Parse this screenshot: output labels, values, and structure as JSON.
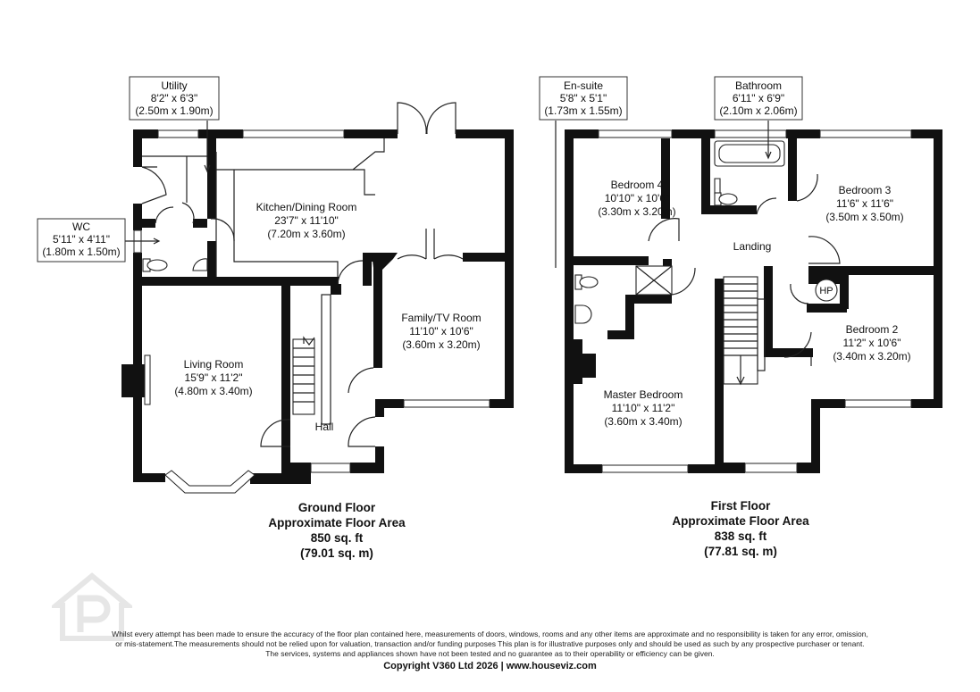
{
  "ground_floor": {
    "rooms": {
      "utility": {
        "name": "Utility",
        "imperial": "8'2\" x 6'3\"",
        "metric": "(2.50m x 1.90m)"
      },
      "wc": {
        "name": "WC",
        "imperial": "5'11\" x 4'11\"",
        "metric": "(1.80m x 1.50m)"
      },
      "kitchen": {
        "name": "Kitchen/Dining Room",
        "imperial": "23'7\" x 11'10\"",
        "metric": "(7.20m x 3.60m)"
      },
      "family": {
        "name": "Family/TV Room",
        "imperial": "11'10\" x 10'6\"",
        "metric": "(3.60m x 3.20m)"
      },
      "living": {
        "name": "Living Room",
        "imperial": "15'9\" x 11'2\"",
        "metric": "(4.80m x 3.40m)"
      },
      "hall": {
        "name": "Hall"
      }
    },
    "title": "Ground Floor",
    "area_label": "Approximate Floor Area",
    "area_sqft": "850 sq. ft",
    "area_sqm": "(79.01 sq. m)"
  },
  "first_floor": {
    "rooms": {
      "ensuite": {
        "name": "En-suite",
        "imperial": "5'8\" x 5'1\"",
        "metric": "(1.73m x 1.55m)"
      },
      "bathroom": {
        "name": "Bathroom",
        "imperial": "6'11\" x 6'9\"",
        "metric": "(2.10m x 2.06m)"
      },
      "bedroom4": {
        "name": "Bedroom 4",
        "imperial": "10'10\" x 10'6\"",
        "metric": "(3.30m x 3.20m)"
      },
      "bedroom3": {
        "name": "Bedroom 3",
        "imperial": "11'6\" x 11'6\"",
        "metric": "(3.50m x 3.50m)"
      },
      "landing": {
        "name": "Landing"
      },
      "hp": {
        "name": "HP"
      },
      "bedroom2": {
        "name": "Bedroom 2",
        "imperial": "11'2\" x 10'6\"",
        "metric": "(3.40m x 3.20m)"
      },
      "master": {
        "name": "Master Bedroom",
        "imperial": "11'10\" x 11'2\"",
        "metric": "(3.60m x 3.40m)"
      }
    },
    "title": "First Floor",
    "area_label": "Approximate Floor Area",
    "area_sqft": "838 sq. ft",
    "area_sqm": "(77.81 sq. m)"
  },
  "disclaimer": {
    "line1": "Whilst every attempt has been made to ensure the accuracy of the floor plan contained here, measurements of doors, windows, rooms and any other items are approximate and no responsibility is taken for any error, omission,",
    "line2": "or mis-statement.The measurements should not be relied upon for valuation, transaction and/or funding purposes This plan is for illustrative purposes only and should be used as such by any prospective purchaser or tenant.",
    "line3": "The services, systems and appliances shown have not been tested and no guarantee as to their operability or efficiency can be given."
  },
  "copyright": "Copyright V360 Ltd 2026 | www.houseviz.com",
  "watermark_icon": "property-logo-icon",
  "colors": {
    "wall": "#111111",
    "background": "#ffffff",
    "watermark": "#e6e6e6"
  }
}
